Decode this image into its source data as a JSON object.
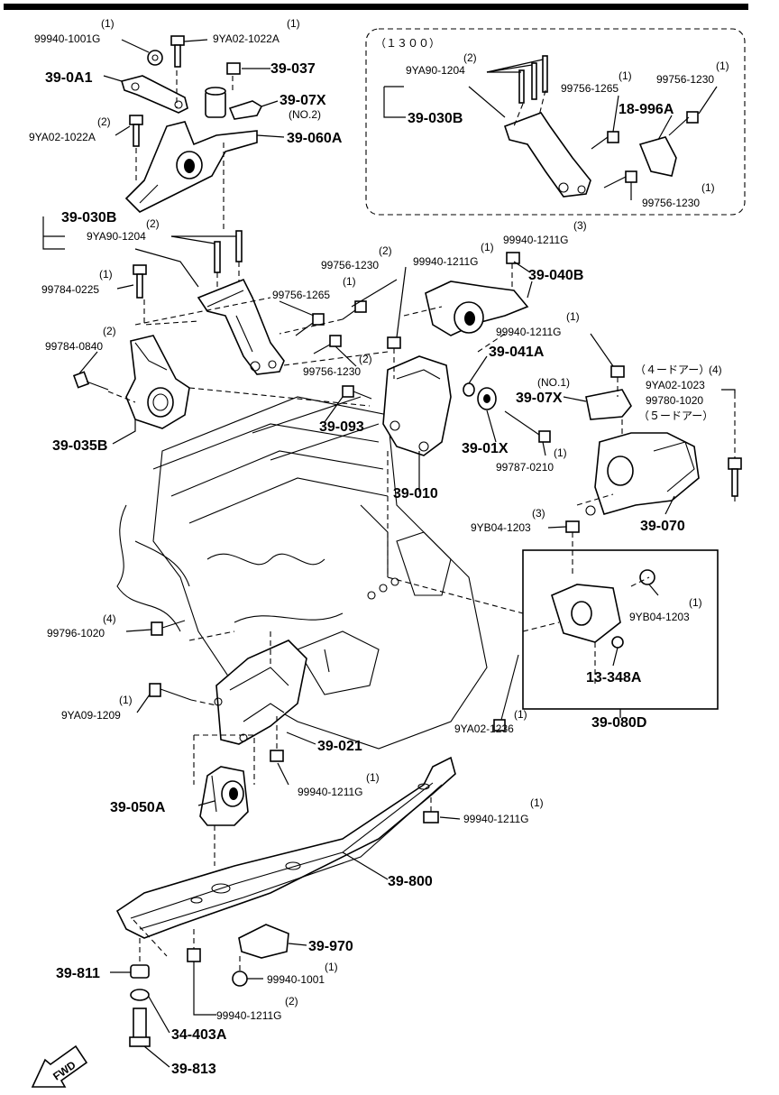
{
  "labels": {
    "l_99940_1001g_top": "99940-1001G",
    "q_99940_1001g_top": "(1)",
    "l_9ya02_1022a_top": "9YA02-1022A",
    "q_9ya02_1022a_top": "(1)",
    "l_39_0a1": "39-0A1",
    "l_39_037": "39-037",
    "l_39_07x_no2": "39-07X",
    "s_no2": "(NO.2)",
    "q_9ya02_1022a_left": "(2)",
    "l_9ya02_1022a_left": "9YA02-1022A",
    "l_39_060a": "39-060A",
    "l_39_030b_left": "39-030B",
    "q_9ya90_1204_left": "(2)",
    "l_9ya90_1204_left": "9YA90-1204",
    "q_99784_0225": "(1)",
    "l_99784_0225": "99784-0225",
    "q_99784_0840": "(2)",
    "l_99784_0840": "99784-0840",
    "l_39_035b": "39-035B",
    "q_99756_1230_mid": "(2)",
    "l_99756_1230_mid": "99756-1230",
    "q_99756_1265_mid": "(1)",
    "l_99756_1265_mid": "99756-1265",
    "q_99756_1230_low": "(2)",
    "l_99756_1230_low": "99756-1230",
    "l_39_093": "39-093",
    "q_99940_1211g_a": "(1)",
    "l_99940_1211g_a": "99940-1211G",
    "q_99940_1211g_b": "(3)",
    "l_99940_1211g_b": "99940-1211G",
    "l_39_040b": "39-040B",
    "q_99940_1211g_c": "(1)",
    "l_99940_1211g_c": "99940-1211G",
    "l_39_041a": "39-041A",
    "s_no1": "(NO.1)",
    "l_39_07x_no1": "39-07X",
    "l_39_01x": "39-01X",
    "q_99787_0210": "(1)",
    "l_99787_0210": "99787-0210",
    "l_39_010": "39-010",
    "jp_4door": "（４ードアー）",
    "q_9ya02_1023": "(4)",
    "l_9ya02_1023": "9YA02-1023",
    "l_99780_1020": "99780-1020",
    "jp_5door": "（５ードアー）",
    "q_9yb04_1203_a": "(3)",
    "l_9yb04_1203_a": "9YB04-1203",
    "l_39_070": "39-070",
    "box_1300_title": "（１３００）",
    "q_9ya90_1204_box": "(2)",
    "l_9ya90_1204_box": "9YA90-1204",
    "q_99756_1265_box": "(1)",
    "l_99756_1265_box": "99756-1265",
    "q_99756_1230_box_a": "(1)",
    "l_99756_1230_box_a": "99756-1230",
    "l_18_996a": "18-996A",
    "l_39_030b_box": "39-030B",
    "q_99756_1230_box_b": "(1)",
    "l_99756_1230_box_b": "99756-1230",
    "q_99796_1020": "(4)",
    "l_99796_1020": "99796-1020",
    "q_9ya09_1209": "(1)",
    "l_9ya09_1209": "9YA09-1209",
    "l_39_021": "39-021",
    "q_9ya02_1236": "(1)",
    "l_9ya02_1236": "9YA02-1236",
    "q_9yb04_1203_b": "(1)",
    "l_9yb04_1203_b": "9YB04-1203",
    "l_13_348a": "13-348A",
    "l_39_080d": "39-080D",
    "q_99940_1211g_d": "(1)",
    "l_99940_1211g_d": "99940-1211G",
    "l_39_050a": "39-050A",
    "q_99940_1211g_e": "(1)",
    "l_99940_1211g_e": "99940-1211G",
    "l_39_800": "39-800",
    "l_39_970": "39-970",
    "q_99940_1001": "(1)",
    "l_99940_1001": "99940-1001",
    "l_39_811": "39-811",
    "q_99940_1211g_f": "(2)",
    "l_99940_1211g_f": "99940-1211G",
    "l_34_403a": "34-403A",
    "l_39_813": "39-813",
    "fwd": "FWD"
  }
}
